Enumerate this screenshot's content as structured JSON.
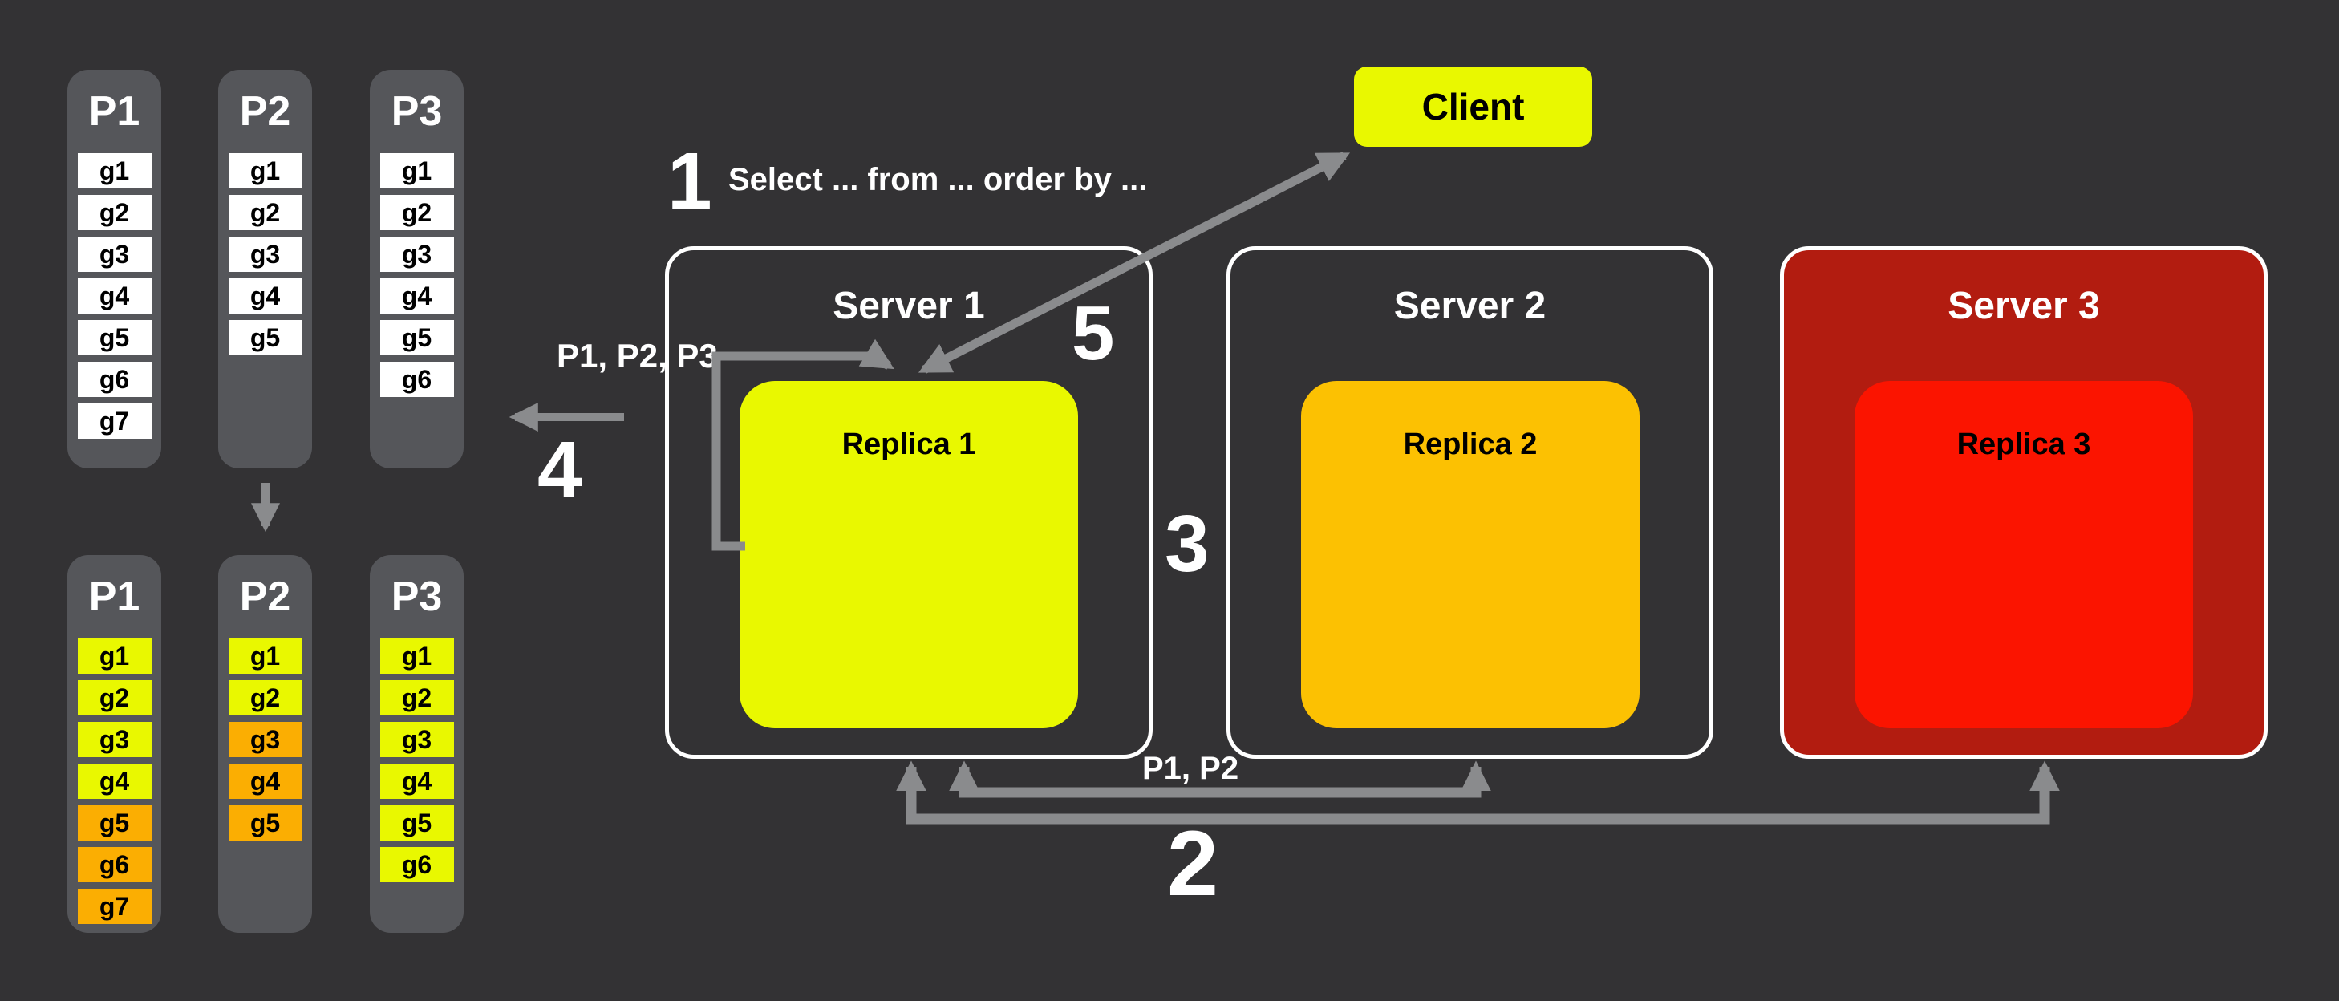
{
  "colors": {
    "background": "#333234",
    "panel": "#55565a",
    "arrow": "#8a8b8d",
    "yellow": "#e9f800",
    "amber": "#fcc102",
    "orange": "#fbae02",
    "server3_bg": "#b21c10",
    "replica3_bg": "#fb1400",
    "box_white": "#ffffff"
  },
  "client": {
    "label": "Client"
  },
  "step_numbers": {
    "s1": "1",
    "s2": "2",
    "s3": "3",
    "s4": "4",
    "s5": "5"
  },
  "step1_query": "Select ... from ... order by ...",
  "edge_labels": {
    "partitions_to_server1": "P1, P2, P3",
    "server1_to_server2": "P1, P2"
  },
  "servers": [
    {
      "title": "Server 1",
      "replica": "Replica 1"
    },
    {
      "title": "Server 2",
      "replica": "Replica 2"
    },
    {
      "title": "Server 3",
      "replica": "Replica 3"
    }
  ],
  "partitions_unsorted": [
    {
      "title": "P1",
      "groups": [
        {
          "label": "g1",
          "tone": "white"
        },
        {
          "label": "g2",
          "tone": "white"
        },
        {
          "label": "g3",
          "tone": "white"
        },
        {
          "label": "g4",
          "tone": "white"
        },
        {
          "label": "g5",
          "tone": "white"
        },
        {
          "label": "g6",
          "tone": "white"
        },
        {
          "label": "g7",
          "tone": "white"
        }
      ]
    },
    {
      "title": "P2",
      "groups": [
        {
          "label": "g1",
          "tone": "white"
        },
        {
          "label": "g2",
          "tone": "white"
        },
        {
          "label": "g3",
          "tone": "white"
        },
        {
          "label": "g4",
          "tone": "white"
        },
        {
          "label": "g5",
          "tone": "white"
        }
      ]
    },
    {
      "title": "P3",
      "groups": [
        {
          "label": "g1",
          "tone": "white"
        },
        {
          "label": "g2",
          "tone": "white"
        },
        {
          "label": "g3",
          "tone": "white"
        },
        {
          "label": "g4",
          "tone": "white"
        },
        {
          "label": "g5",
          "tone": "white"
        },
        {
          "label": "g6",
          "tone": "white"
        }
      ]
    }
  ],
  "partitions_sorted": [
    {
      "title": "P1",
      "groups": [
        {
          "label": "g1",
          "tone": "yellow"
        },
        {
          "label": "g2",
          "tone": "yellow"
        },
        {
          "label": "g3",
          "tone": "yellow"
        },
        {
          "label": "g4",
          "tone": "yellow"
        },
        {
          "label": "g5",
          "tone": "orange"
        },
        {
          "label": "g6",
          "tone": "orange"
        },
        {
          "label": "g7",
          "tone": "orange"
        }
      ]
    },
    {
      "title": "P2",
      "groups": [
        {
          "label": "g1",
          "tone": "yellow"
        },
        {
          "label": "g2",
          "tone": "yellow"
        },
        {
          "label": "g3",
          "tone": "orange"
        },
        {
          "label": "g4",
          "tone": "orange"
        },
        {
          "label": "g5",
          "tone": "orange"
        }
      ]
    },
    {
      "title": "P3",
      "groups": [
        {
          "label": "g1",
          "tone": "yellow"
        },
        {
          "label": "g2",
          "tone": "yellow"
        },
        {
          "label": "g3",
          "tone": "yellow"
        },
        {
          "label": "g4",
          "tone": "yellow"
        },
        {
          "label": "g5",
          "tone": "yellow"
        },
        {
          "label": "g6",
          "tone": "yellow"
        }
      ]
    }
  ]
}
